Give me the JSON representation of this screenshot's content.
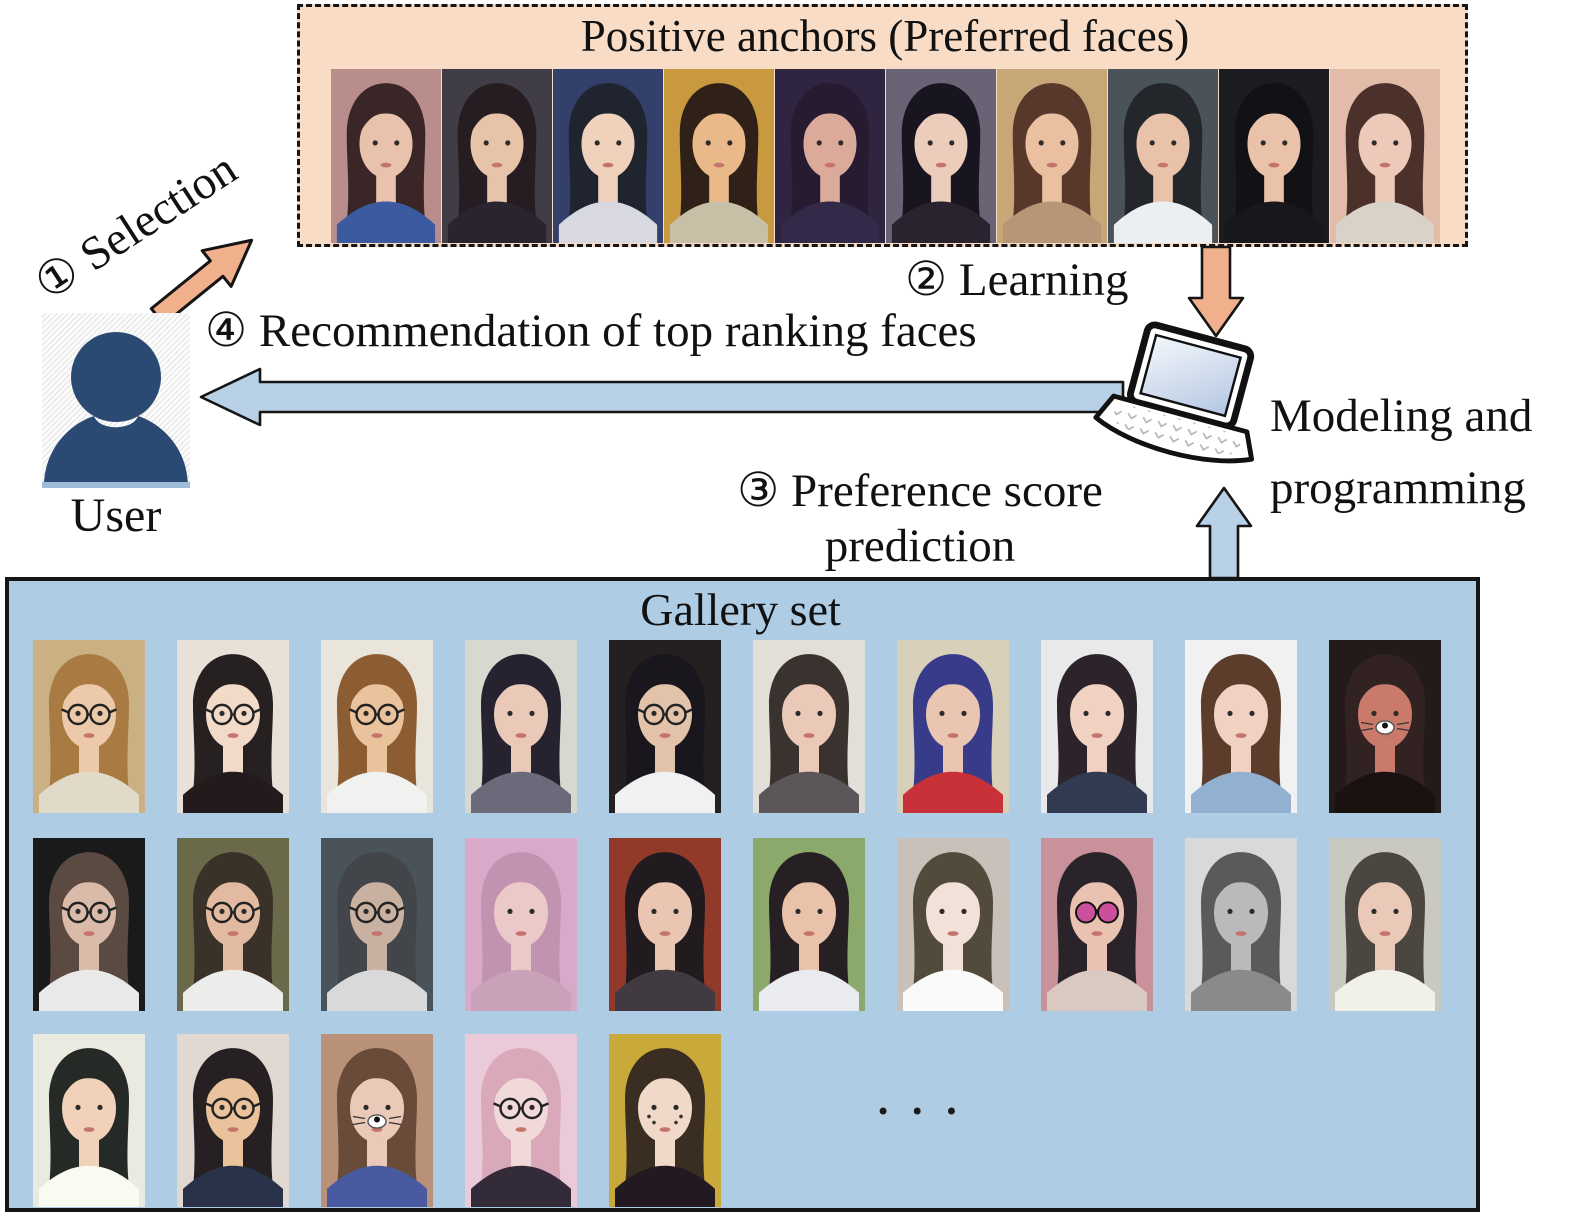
{
  "anchors_box": {
    "title": "Positive anchors (Preferred faces)",
    "bg_color": "#F8DCC6",
    "faces": [
      {
        "bg": "#b98d8b",
        "hair": "#3a2527",
        "skin": "#e9c2ae",
        "top": "#3b5aa0",
        "acc": "none"
      },
      {
        "bg": "#413d46",
        "hair": "#251d21",
        "skin": "#e6c3a9",
        "top": "#2a2430",
        "acc": "none"
      },
      {
        "bg": "#32406b",
        "hair": "#20242f",
        "skin": "#f0d1bc",
        "top": "#d7d8e0",
        "acc": "none"
      },
      {
        "bg": "#c9993f",
        "hair": "#2f2118",
        "skin": "#eab989",
        "top": "#c7bfa6",
        "acc": "none"
      },
      {
        "bg": "#2f2540",
        "hair": "#261b31",
        "skin": "#dcaa9a",
        "top": "#332a4a",
        "acc": "none"
      },
      {
        "bg": "#6a6275",
        "hair": "#191520",
        "skin": "#ecccba",
        "top": "#2a222e",
        "acc": "none"
      },
      {
        "bg": "#c7a678",
        "hair": "#57382b",
        "skin": "#eac0a1",
        "top": "#b69677",
        "acc": "none"
      },
      {
        "bg": "#4a525a",
        "hair": "#23272b",
        "skin": "#eac2aa",
        "top": "#eceff1",
        "acc": "none"
      },
      {
        "bg": "#1b1b22",
        "hair": "#121116",
        "skin": "#eac2aa",
        "top": "#17171c",
        "acc": "none"
      },
      {
        "bg": "#e2bba9",
        "hair": "#4b3129",
        "skin": "#ecc9b8",
        "top": "#d9d2c9",
        "acc": "none"
      }
    ]
  },
  "gallery_box": {
    "title": "Gallery set",
    "bg_color": "#AECCE4",
    "ellipsis": "•••",
    "rows": [
      [
        {
          "bg": "#c9b184",
          "hair": "#a97b42",
          "skin": "#eccaa9",
          "top": "#e2dac9",
          "acc": "glasses"
        },
        {
          "bg": "#e9e1d8",
          "hair": "#262020",
          "skin": "#f2dac9",
          "top": "#231b1b",
          "acc": "glasses"
        },
        {
          "bg": "#e9e5da",
          "hair": "#8c5c32",
          "skin": "#eac29b",
          "top": "#f1f1ef",
          "acc": "glasses"
        },
        {
          "bg": "#d8d8d0",
          "hair": "#262230",
          "skin": "#eac9b8",
          "top": "#6a6a7a",
          "acc": "none"
        },
        {
          "bg": "#23201f",
          "hair": "#1a161d",
          "skin": "#e2c2a9",
          "top": "#f1f1f1",
          "acc": "glasses"
        },
        {
          "bg": "#e1dfd8",
          "hair": "#3a322e",
          "skin": "#eac9b8",
          "top": "#5a5659",
          "acc": "none"
        },
        {
          "bg": "#d8d0b9",
          "hair": "#373b89",
          "skin": "#eac5b1",
          "top": "#c93139",
          "acc": "none"
        },
        {
          "bg": "#e9e9e9",
          "hair": "#2c242a",
          "skin": "#f1d1c1",
          "top": "#323a52",
          "acc": "none"
        },
        {
          "bg": "#f1f1f1",
          "hair": "#5c3c2a",
          "skin": "#f1d1c1",
          "top": "#92b1d1",
          "acc": "none"
        },
        {
          "bg": "#231a1a",
          "hair": "#322222",
          "skin": "#c97a6a",
          "top": "#1a1211",
          "acc": "whiskers"
        }
      ],
      [
        {
          "bg": "#1a1a1a",
          "hair": "#5a4a42",
          "skin": "#dabaa9",
          "top": "#e9e9e9",
          "acc": "glasses"
        },
        {
          "bg": "#6a6a4a",
          "hair": "#3a3229",
          "skin": "#e2baa1",
          "top": "#ececea",
          "acc": "glasses"
        },
        {
          "bg": "#4a525a",
          "hair": "#42464a",
          "skin": "#c9b1a1",
          "top": "#d9d9d9",
          "acc": "glasses"
        },
        {
          "bg": "#d9a9c9",
          "hair": "#c293b1",
          "skin": "#ecc9c9",
          "top": "#c9a1b9",
          "acc": "none"
        },
        {
          "bg": "#913a29",
          "hair": "#211b1f",
          "skin": "#eac5b1",
          "top": "#423a42",
          "acc": "none"
        },
        {
          "bg": "#8aa96a",
          "hair": "#262024",
          "skin": "#eac2a9",
          "top": "#eaeaf1",
          "acc": "none"
        },
        {
          "bg": "#c9c1b9",
          "hair": "#524a3a",
          "skin": "#f1e1d9",
          "top": "#fafafa",
          "acc": "none"
        },
        {
          "bg": "#c99199",
          "hair": "#2a242a",
          "skin": "#eac2b1",
          "top": "#d9c9c1",
          "acc": "sunglasses"
        },
        {
          "bg": "#d9d9d9",
          "hair": "#5a5a5a",
          "skin": "#bababa",
          "top": "#8a8a8a",
          "acc": "none"
        },
        {
          "bg": "#c9c9c1",
          "hair": "#4c4641",
          "skin": "#eac9b8",
          "top": "#f1f1ea",
          "acc": "none"
        }
      ],
      [
        {
          "bg": "#eaeae1",
          "hair": "#262a26",
          "skin": "#f1d1b9",
          "top": "#fafaf1",
          "acc": "none"
        },
        {
          "bg": "#e1d9d1",
          "hair": "#262022",
          "skin": "#eac29b",
          "top": "#2a3249",
          "acc": "glasses"
        },
        {
          "bg": "#b99179",
          "hair": "#6a4a39",
          "skin": "#eac9b8",
          "top": "#4a5aa1",
          "acc": "whiskers"
        },
        {
          "bg": "#eac9d9",
          "hair": "#d9a9b9",
          "skin": "#f1d9d9",
          "top": "#332a3a",
          "acc": "glasses"
        },
        {
          "bg": "#c9a939",
          "hair": "#3a2d21",
          "skin": "#f1d9c9",
          "top": "#231a21",
          "acc": "dots"
        }
      ]
    ]
  },
  "actors": {
    "user": {
      "label": "User",
      "icon_color": "#2B4A73"
    },
    "computer": {
      "label": [
        "Modeling and",
        "programming"
      ]
    }
  },
  "steps": {
    "selection": "① Selection",
    "learning": "② Learning",
    "prediction_line1": "③ Preference score",
    "prediction_line2": "prediction",
    "recommendation": "④ Recommendation of top ranking faces"
  },
  "arrow_colors": {
    "orange": "#F0B08C",
    "blue": "#B9D1E7"
  }
}
